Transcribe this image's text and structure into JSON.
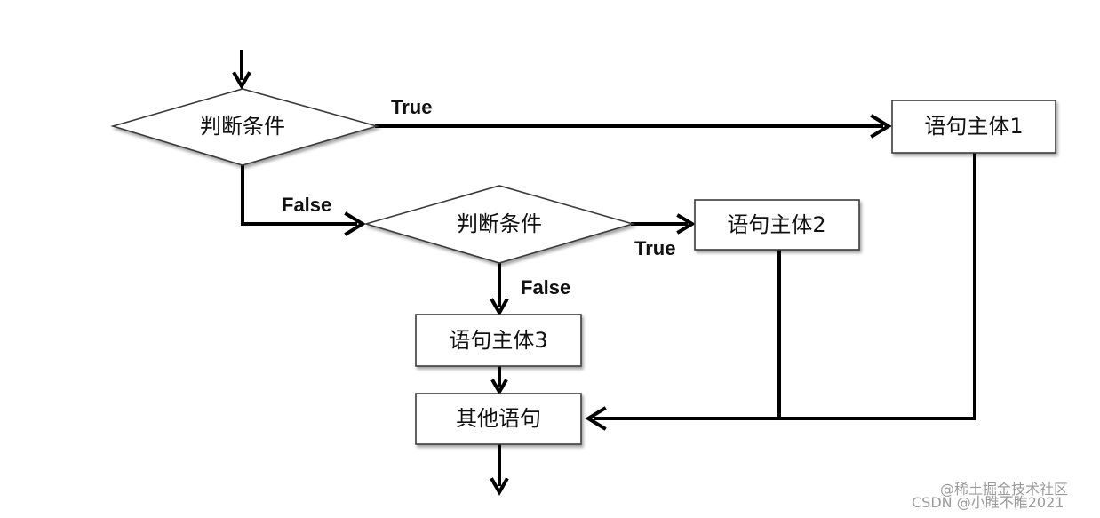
{
  "diagram": {
    "decision_1": "判断条件",
    "decision_2": "判断条件",
    "statement_1": "语句主体1",
    "statement_2": "语句主体2",
    "statement_3": "语句主体3",
    "other": "其他语句",
    "label_true_1": "True",
    "label_false_1": "False",
    "label_true_2": "True",
    "label_false_2": "False"
  },
  "watermark": {
    "line1": "@稀土掘金技术社区",
    "line2": "CSDN @小睢不睢2021"
  }
}
